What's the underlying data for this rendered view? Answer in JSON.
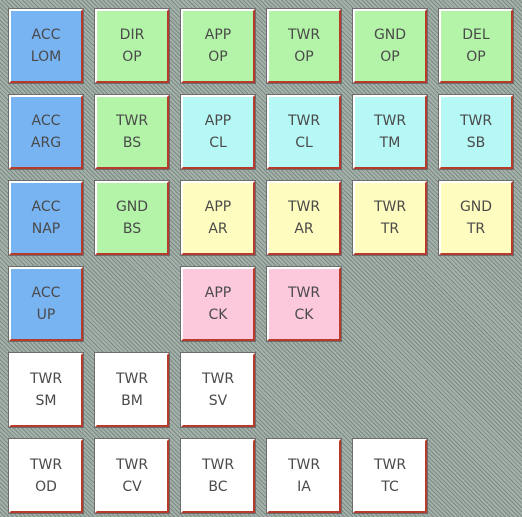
{
  "colors": {
    "blue": "#78b3f2",
    "green": "#b4f4a8",
    "cyan": "#b6f8f6",
    "yellow": "#fefcbf",
    "pink": "#fcc8dc",
    "white": "#ffffff"
  },
  "tiles": [
    {
      "line1": "ACC",
      "line2": "LOM"
    },
    {
      "line1": "DIR",
      "line2": "OP"
    },
    {
      "line1": "APP",
      "line2": "OP"
    },
    {
      "line1": "TWR",
      "line2": "OP"
    },
    {
      "line1": "GND",
      "line2": "OP"
    },
    {
      "line1": "DEL",
      "line2": "OP"
    },
    {
      "line1": "ACC",
      "line2": "ARG"
    },
    {
      "line1": "TWR",
      "line2": "BS"
    },
    {
      "line1": "APP",
      "line2": "CL"
    },
    {
      "line1": "TWR",
      "line2": "CL"
    },
    {
      "line1": "TWR",
      "line2": "TM"
    },
    {
      "line1": "TWR",
      "line2": "SB"
    },
    {
      "line1": "ACC",
      "line2": "NAP"
    },
    {
      "line1": "GND",
      "line2": "BS"
    },
    {
      "line1": "APP",
      "line2": "AR"
    },
    {
      "line1": "TWR",
      "line2": "AR"
    },
    {
      "line1": "TWR",
      "line2": "TR"
    },
    {
      "line1": "GND",
      "line2": "TR"
    },
    {
      "line1": "ACC",
      "line2": "UP"
    },
    {
      "line1": "APP",
      "line2": "CK"
    },
    {
      "line1": "TWR",
      "line2": "CK"
    },
    {
      "line1": "TWR",
      "line2": "SM"
    },
    {
      "line1": "TWR",
      "line2": "BM"
    },
    {
      "line1": "TWR",
      "line2": "SV"
    },
    {
      "line1": "TWR",
      "line2": "OD"
    },
    {
      "line1": "TWR",
      "line2": "CV"
    },
    {
      "line1": "TWR",
      "line2": "BC"
    },
    {
      "line1": "TWR",
      "line2": "IA"
    },
    {
      "line1": "TWR",
      "line2": "TC"
    }
  ]
}
